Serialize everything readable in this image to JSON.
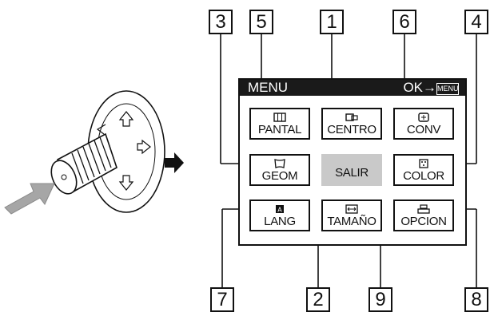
{
  "menu": {
    "title": "MENU",
    "ok_hint": "OK→",
    "menu_glyph": "MENU",
    "items": [
      {
        "label": "PANTAL",
        "icon": "screen-icon"
      },
      {
        "label": "CENTRO",
        "icon": "center-icon"
      },
      {
        "label": "CONV",
        "icon": "convergence-icon"
      },
      {
        "label": "GEOM",
        "icon": "geometry-icon"
      },
      {
        "label": "SALIR",
        "icon": ""
      },
      {
        "label": "COLOR",
        "icon": "color-icon"
      },
      {
        "label": "LANG",
        "icon": "language-icon"
      },
      {
        "label": "TAMAÑO",
        "icon": "size-icon"
      },
      {
        "label": "OPCION",
        "icon": "option-icon"
      }
    ]
  },
  "callouts": {
    "top": [
      "3",
      "5",
      "1",
      "6",
      "4"
    ],
    "bottom": [
      "7",
      "2",
      "9",
      "8"
    ]
  },
  "colors": {
    "line": "#111111",
    "menu_header": "#1a1a1a",
    "selected_bg": "#c9c9c9",
    "arrow": "#a6a6a6"
  }
}
